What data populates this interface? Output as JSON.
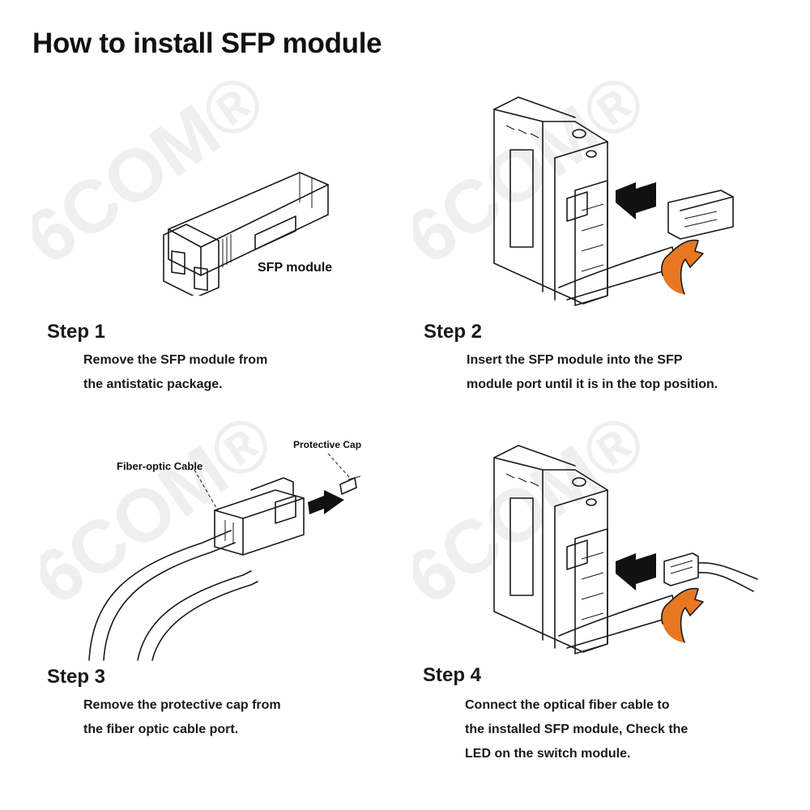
{
  "title": "How to install SFP module",
  "watermark": "6COM®",
  "labels": {
    "sfp_module": "SFP module",
    "fiber_optic_cable": "Fiber-optic Cable",
    "protective_cap": "Protective Cap"
  },
  "steps": [
    {
      "title": "Step 1",
      "lines": [
        "Remove the SFP module from",
        "the antistatic package."
      ]
    },
    {
      "title": "Step 2",
      "lines": [
        "Insert the SFP module into the SFP",
        "module port until it is in the top position."
      ]
    },
    {
      "title": "Step 3",
      "lines": [
        "Remove the protective cap from",
        "the fiber optic cable port."
      ]
    },
    {
      "title": "Step 4",
      "lines": [
        "Connect the optical fiber cable to",
        "the installed SFP module, Check the",
        "LED on the switch module."
      ]
    }
  ],
  "colors": {
    "accent": "#e87722",
    "text": "#111111",
    "watermark": "#f0f0f0"
  }
}
